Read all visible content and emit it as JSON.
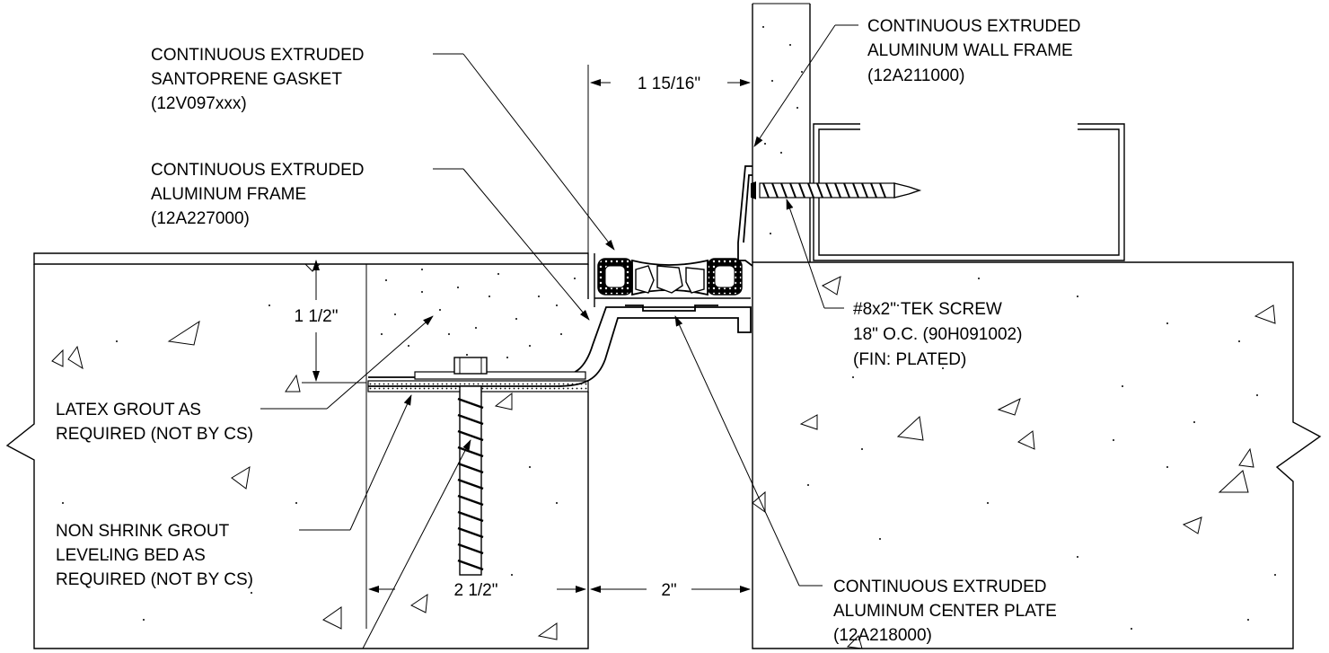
{
  "callouts": {
    "gasket": [
      "CONTINUOUS EXTRUDED",
      "SANTOPRENE GASKET",
      "(12V097xxx)"
    ],
    "frame": [
      "CONTINUOUS EXTRUDED",
      "ALUMINUM  FRAME",
      "(12A227000)"
    ],
    "latex_grout": [
      "LATEX GROUT AS",
      "REQUIRED (NOT BY CS)"
    ],
    "non_shrink_grout": [
      "NON SHRINK GROUT",
      "LEVELING BED AS",
      "REQUIRED (NOT BY CS)"
    ],
    "wall_frame": [
      "CONTINUOUS EXTRUDED",
      "ALUMINUM WALL FRAME",
      "(12A211000)"
    ],
    "tek_screw": [
      "#8x2\" TEK SCREW",
      "18\" O.C. (90H091002)",
      "(FIN: PLATED)"
    ],
    "center_plate": [
      "CONTINUOUS EXTRUDED",
      "ALUMINUM CENTER PLATE",
      "(12A218000)"
    ]
  },
  "dimensions": {
    "top_gap": "1 15/16\"",
    "depth": "1 1/2\"",
    "edge": "2 1/2\"",
    "joint": "2\""
  }
}
